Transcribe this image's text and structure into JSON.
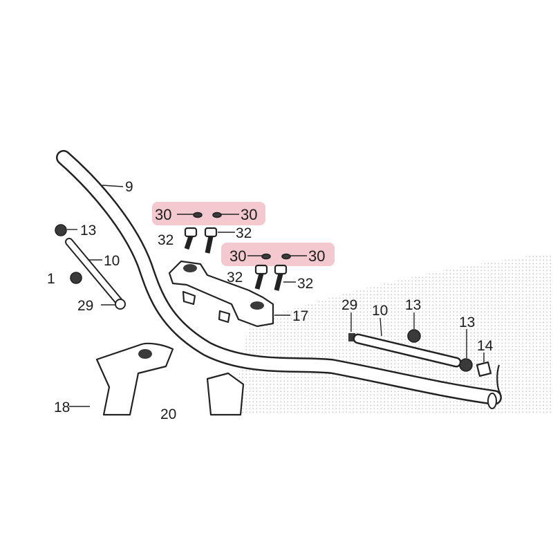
{
  "diagram": {
    "highlight_color": "#f3c9cf",
    "labels": {
      "p9": "9",
      "p13_left": "13",
      "p10_left": "10",
      "p29_left": "29",
      "p1_left_partial": "1",
      "p18": "18",
      "p20_partial": "20",
      "p30_a": "30",
      "p30_b": "30",
      "p30_c": "30",
      "p30_d": "30",
      "p32_a": "32",
      "p32_b": "32",
      "p32_c": "32",
      "p32_d": "32",
      "p17": "17",
      "p29_right": "29",
      "p10_right": "10",
      "p13_right_a": "13",
      "p13_right_b": "13",
      "p14": "14"
    }
  }
}
